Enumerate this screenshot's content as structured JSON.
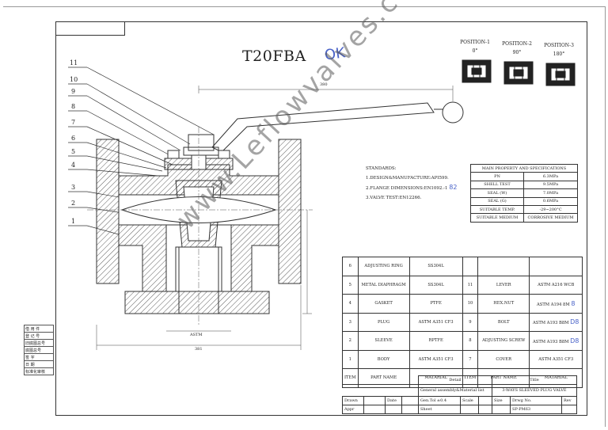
{
  "drawing": {
    "title": "T20FBA",
    "handwritten_ok": "OK",
    "watermark": "www.Leflowvalves.com",
    "dim_top": "380",
    "dim_bottom": "ASTM",
    "dim_base": "381"
  },
  "positions": [
    {
      "label": "POSITION-1",
      "angle": "0°"
    },
    {
      "label": "POSITION-2",
      "angle": "90°"
    },
    {
      "label": "POSITION-3",
      "angle": "180°"
    }
  ],
  "balloons": [
    "11",
    "10",
    "9",
    "8",
    "7",
    "6",
    "5",
    "4",
    "3",
    "2",
    "1"
  ],
  "standards": {
    "heading": "STANDARDS:",
    "lines": [
      "1.DESIGN&MANUFACTURE:API599.",
      "2.FLANGE DIMENSIONS:EN1092.-1",
      "3.VALVE TEST:EN12266."
    ],
    "handwritten": "82"
  },
  "spec_table": {
    "heading": "MAIN PROPERTY AND SPECIFICATIONS",
    "rows": [
      [
        "PN",
        "6.3MPa"
      ],
      [
        "SHELL TEST",
        "9.5MPa"
      ],
      [
        "SEAL (W)",
        "7.0MPa"
      ],
      [
        "SEAL (G)",
        "0.6MPa"
      ],
      [
        "SUITABLE TEMP.",
        "-29~200°C"
      ],
      [
        "SUITABLE MEDIUM",
        "CORROSIVE MEDIUM"
      ]
    ]
  },
  "parts_left": [
    [
      "6",
      "ADJUSTING RING",
      "SS304L"
    ],
    [
      "5",
      "METAL DIAPHRAGM",
      "SS304L"
    ],
    [
      "4",
      "GASKET",
      "PTFE"
    ],
    [
      "3",
      "PLUG",
      "ASTM A351 CF3"
    ],
    [
      "2",
      "SLEEVE",
      "RPTFE"
    ],
    [
      "1",
      "BODY",
      "ASTM A351 CF3"
    ],
    [
      "ITEM",
      "PART NAME",
      "MATARIAL"
    ]
  ],
  "parts_right": [
    [
      "",
      "",
      ""
    ],
    [
      "11",
      "LEVER",
      "ASTM A216 WCB"
    ],
    [
      "10",
      "HEX.NUT",
      "ASTM A194 8M"
    ],
    [
      "9",
      "BOLT",
      "ASTM A193 B8M"
    ],
    [
      "8",
      "ADJUSTING SCREW",
      "ASTM A193 B8M"
    ],
    [
      "7",
      "COVER",
      "ASTM A351 CF3"
    ],
    [
      "ITEM",
      "PART NAME",
      "MATARIAL"
    ]
  ],
  "parts_hand_notes": [
    "8",
    "D8",
    "D8"
  ],
  "title_block": {
    "detail": "Detail",
    "title_hdr": "Title",
    "general": "General assembly&Material list",
    "title": "3-WAYS SLEEVED PLUG VALVE",
    "drawn": "Drawn",
    "date": "Date",
    "gen_tol": "Gen.Tol ±0.4",
    "scale": "Scale",
    "size": "Size",
    "drwg_no_hdr": "Drwg No.",
    "rev": "Rev",
    "sheet": "Sheet",
    "appr": "Appr",
    "drwg_no": "SP-PM63"
  },
  "left_stamp": [
    "借 用 件",
    "登 记 号",
    "旧底图总号",
    "底图总号",
    "签 字",
    "日 期",
    "标准化审核"
  ]
}
